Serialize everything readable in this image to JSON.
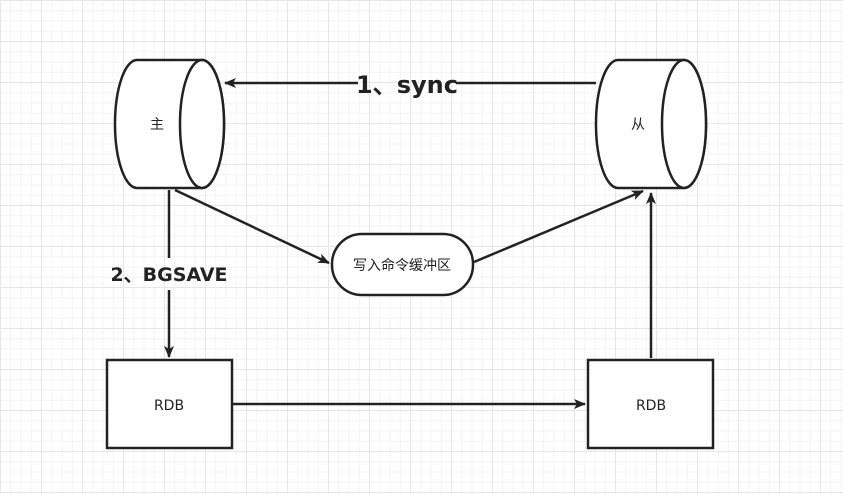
{
  "nodes": {
    "master": "主",
    "slave": "从",
    "buffer": "写入命令缓冲区",
    "rdb_left": "RDB",
    "rdb_right": "RDB"
  },
  "edges": {
    "sync": "1、sync",
    "bgsave": "2、BGSAVE"
  },
  "colors": {
    "stroke": "#222222",
    "background": "#ffffff",
    "grid": "#e6e6e6"
  }
}
